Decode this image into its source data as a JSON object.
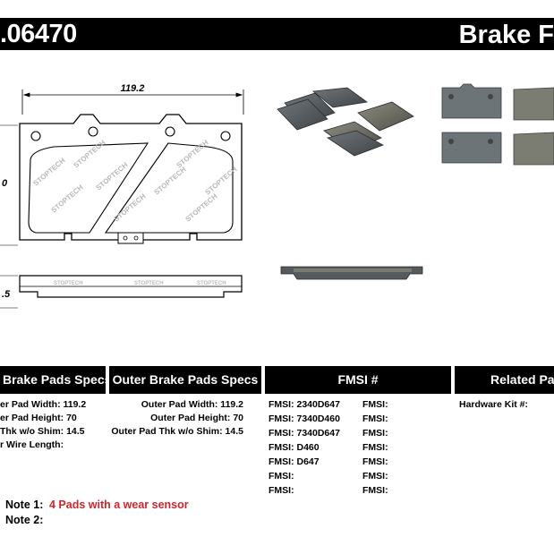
{
  "header": {
    "part_number": ".06470",
    "brand_text": "Brake F"
  },
  "drawing": {
    "width_dim": "119.2",
    "height_dim": "0",
    "thickness_dim": ".5",
    "logo_text": "STOPTECH"
  },
  "specs": {
    "inner": {
      "title": "Brake Pads Specs",
      "rows": [
        "er Pad Width: 119.2",
        "er Pad Height: 70",
        "Thk w/o Shim: 14.5",
        "r Wire Length:"
      ]
    },
    "outer": {
      "title": "Outer Brake Pads Specs",
      "rows": [
        "Outer Pad Width: 119.2",
        "Outer Pad Height: 70",
        "Outer Pad Thk w/o Shim: 14.5"
      ]
    },
    "fmsi": {
      "title": "FMSI #",
      "left": [
        "FMSI:  2340D647",
        "FMSI:  7340D460",
        "FMSI:  7340D647",
        "FMSI:  D460",
        "FMSI:  D647",
        "FMSI:",
        "FMSI:"
      ],
      "right": [
        "FMSI:",
        "FMSI:",
        "FMSI:",
        "FMSI:",
        "FMSI:",
        "FMSI:",
        "FMSI:"
      ]
    },
    "related": {
      "title": "Related Par",
      "rows": [
        "Hardware Kit #:"
      ]
    }
  },
  "notes": {
    "note1_label": "Note 1:",
    "note1_text": "4 Pads with a wear sensor",
    "note2_label": "Note 2:"
  },
  "colors": {
    "header_bg": "#000000",
    "note_red": "#d0262b",
    "pad_gray": "#5a5e60",
    "friction_gray": "#7a7c74"
  }
}
